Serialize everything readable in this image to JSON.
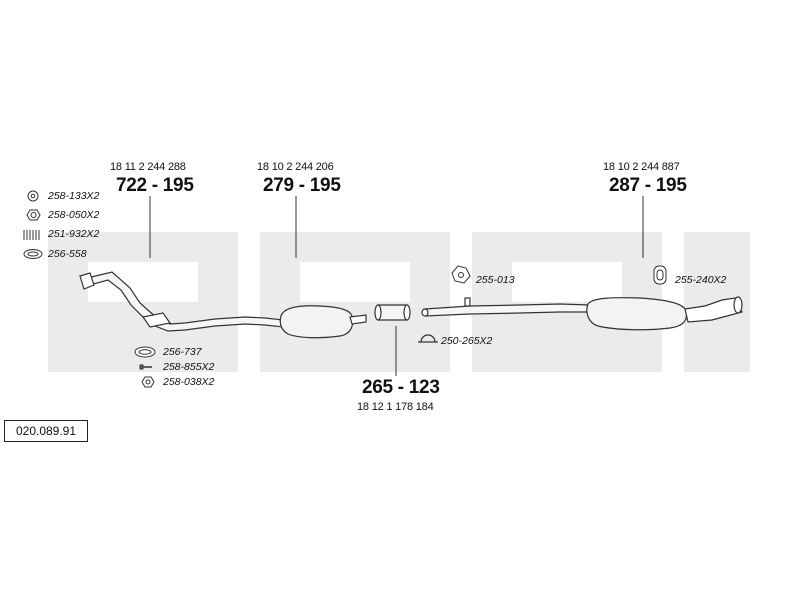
{
  "diagram_id": "020.089.91",
  "parts": [
    {
      "oem": "18 11 2 244 288",
      "number": "722 - 195"
    },
    {
      "oem": "18 10 2 244 206",
      "number": "279 - 195"
    },
    {
      "oem": "18 12 1 178 184",
      "number": "265 - 123"
    },
    {
      "oem": "18 10 2 244 887",
      "number": "287 - 195"
    }
  ],
  "accessories_left_top": [
    {
      "label": "258-133X2",
      "icon": "washer-icon"
    },
    {
      "label": "258-050X2",
      "icon": "hex-nut-icon"
    },
    {
      "label": "251-932X2",
      "icon": "spring-icon"
    },
    {
      "label": "256-558",
      "icon": "gasket-ring-icon"
    }
  ],
  "accessories_left_bottom": [
    {
      "label": "256-737",
      "icon": "gasket-ring-icon"
    },
    {
      "label": "258-855X2",
      "icon": "bolt-icon"
    },
    {
      "label": "258-038X2",
      "icon": "flange-nut-icon"
    }
  ],
  "accessories_right": [
    {
      "label": "255-013",
      "icon": "rubber-mount-icon"
    },
    {
      "label": "250-265X2",
      "icon": "clamp-icon"
    },
    {
      "label": "255-240X2",
      "icon": "rubber-hanger-icon"
    }
  ]
}
